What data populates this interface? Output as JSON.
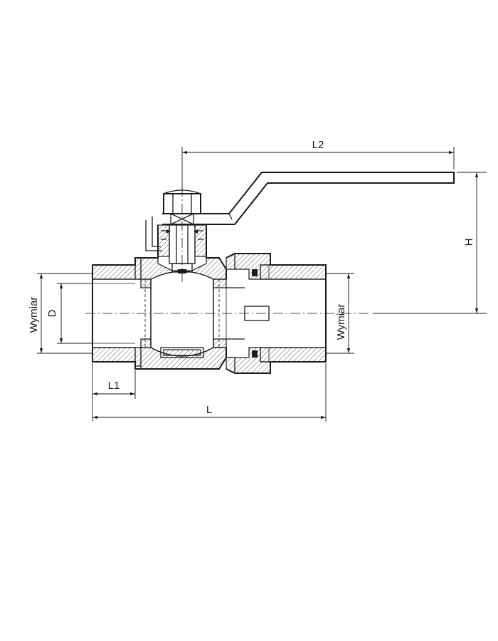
{
  "diagram": {
    "labels": {
      "L2": "L2",
      "H": "H",
      "D": "D",
      "wymiar_left": "Wymiar",
      "wymiar_right": "Wymiar",
      "L1": "L1",
      "L": "L"
    }
  }
}
